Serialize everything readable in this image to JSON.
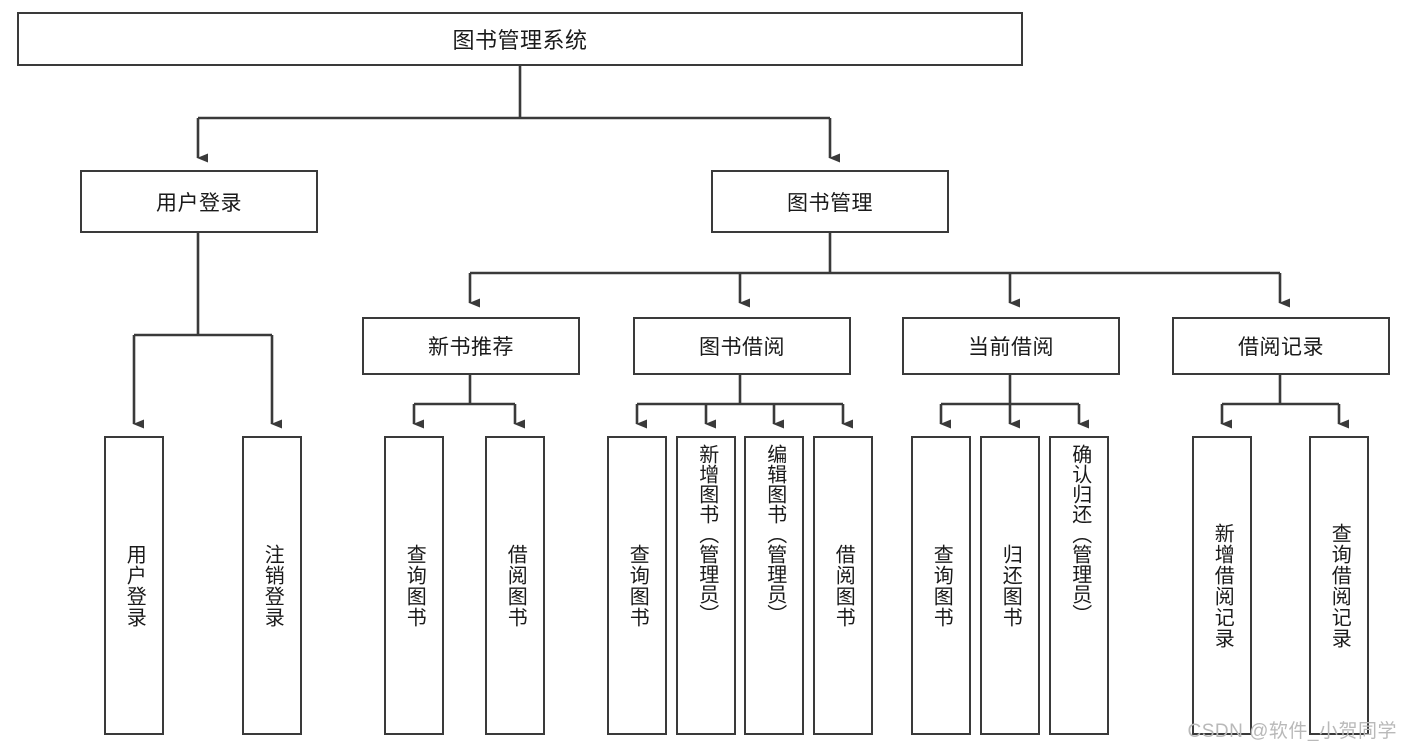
{
  "diagram": {
    "title": "图书管理系统",
    "type": "tree-hierarchy-chart",
    "stroke_color": "#3a3a3a",
    "fill_color": "#ffffff",
    "text_color": "#1a1a1a"
  },
  "nodes": {
    "root": {
      "label": "图书管理系统"
    },
    "level2": [
      {
        "id": "user-login",
        "label": "用户登录"
      },
      {
        "id": "book-manage",
        "label": "图书管理"
      }
    ],
    "level3": [
      {
        "id": "new-book-recommend",
        "label": "新书推荐"
      },
      {
        "id": "book-borrow",
        "label": "图书借阅"
      },
      {
        "id": "current-borrow",
        "label": "当前借阅"
      },
      {
        "id": "borrow-record",
        "label": "借阅记录"
      }
    ],
    "leaves": [
      {
        "id": "leaf-user-login",
        "label": "用户登录",
        "parent": "user-login"
      },
      {
        "id": "leaf-user-logout",
        "label": "注销登录",
        "parent": "user-login"
      },
      {
        "id": "leaf-query-book-1",
        "label": "查询图书",
        "parent": "new-book-recommend"
      },
      {
        "id": "leaf-borrow-book-1",
        "label": "借阅图书",
        "parent": "new-book-recommend"
      },
      {
        "id": "leaf-query-book-2",
        "label": "查询图书",
        "parent": "book-borrow"
      },
      {
        "id": "leaf-add-book",
        "label": "新增图书（管理员）",
        "parent": "book-borrow"
      },
      {
        "id": "leaf-edit-book",
        "label": "编辑图书（管理员）",
        "parent": "book-borrow"
      },
      {
        "id": "leaf-borrow-book-2",
        "label": "借阅图书",
        "parent": "book-borrow"
      },
      {
        "id": "leaf-query-book-3",
        "label": "查询图书",
        "parent": "current-borrow"
      },
      {
        "id": "leaf-return-book",
        "label": "归还图书",
        "parent": "current-borrow"
      },
      {
        "id": "leaf-confirm-return",
        "label": "确认归还（管理员）",
        "parent": "current-borrow"
      },
      {
        "id": "leaf-add-record",
        "label": "新增借阅记录",
        "parent": "borrow-record"
      },
      {
        "id": "leaf-query-record",
        "label": "查询借阅记录",
        "parent": "borrow-record"
      }
    ]
  },
  "watermark": {
    "text": "CSDN @软件_小贺同学"
  }
}
